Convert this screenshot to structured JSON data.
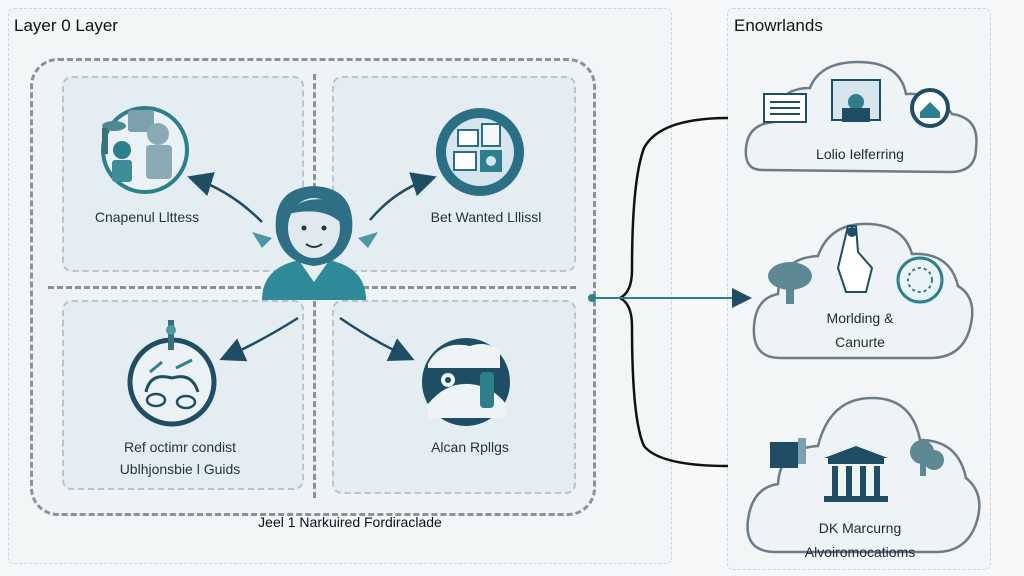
{
  "left_panel": {
    "title": "Layer 0 Layer",
    "footer_label": "Jeel 1 Narkuired Fordiraclade",
    "quadrants": [
      {
        "label": "Cnapenul Llttess"
      },
      {
        "label": "Bet Wanted Lllissl"
      },
      {
        "label_line1": "Ref octimr condist",
        "label_line2": "Ublhjonsbie l Guids"
      },
      {
        "label": "Alcan Rpllgs"
      }
    ]
  },
  "right_panel": {
    "title": "Enowrlands",
    "clouds": [
      {
        "label": "Lolio Ielferring"
      },
      {
        "label_line1": "Morlding &",
        "label_line2": "Canurte"
      },
      {
        "label_line1": "DK Marcurng",
        "label_line2": "Alvoiromocatioms"
      }
    ]
  },
  "colors": {
    "teal": "#2e7f8c",
    "navy": "#1f4d63",
    "cloud_fill": "#eef3f6",
    "cloud_stroke": "#6d7c86"
  }
}
